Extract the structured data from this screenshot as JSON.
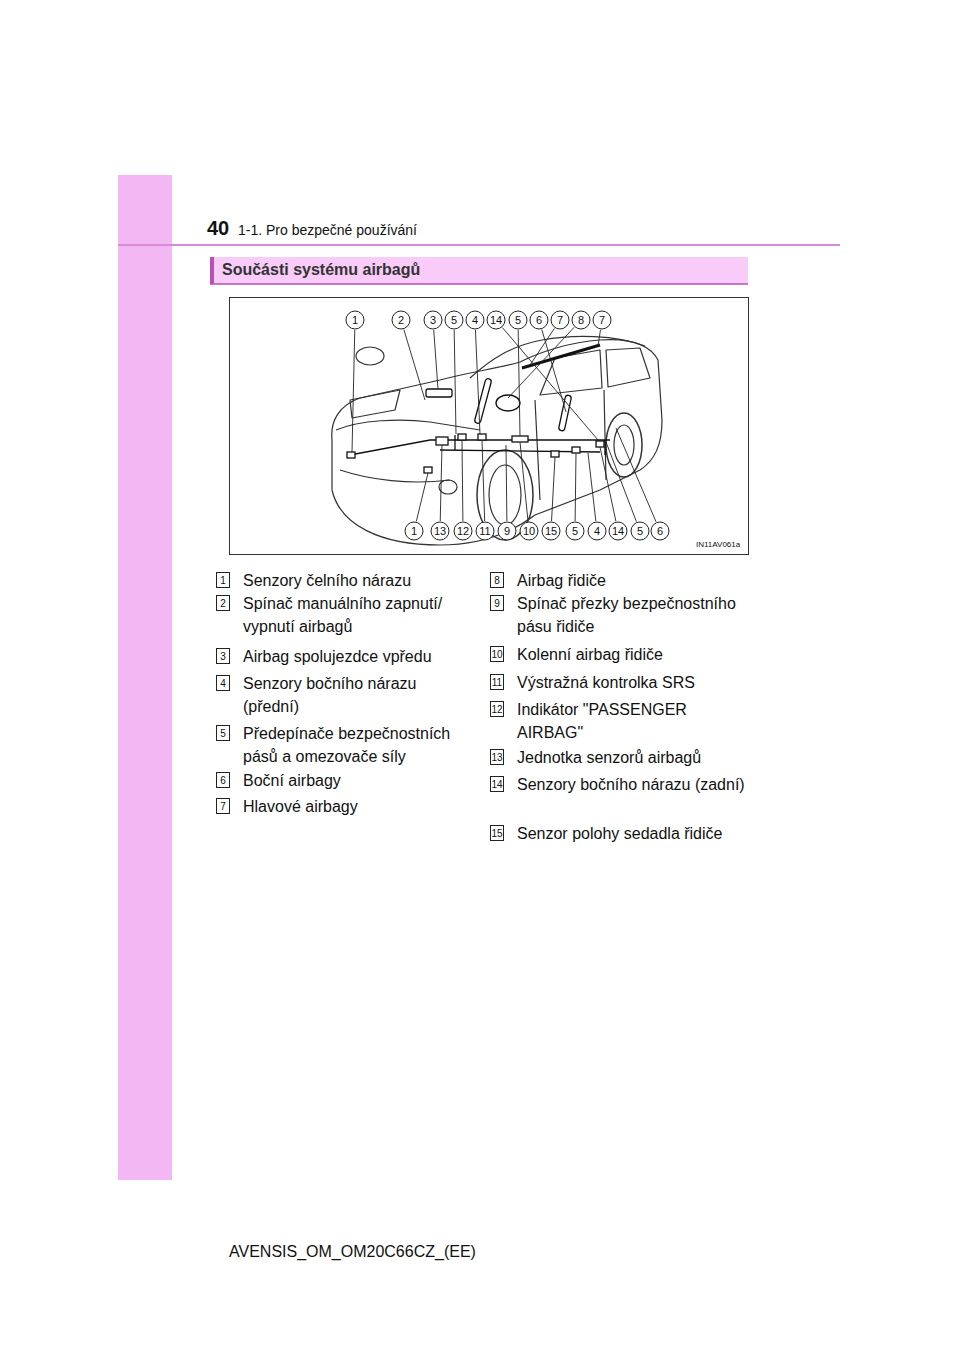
{
  "diagram": {
    "title": "Součásti systému airbagů",
    "labels": [
      "40",
      "1-1. Pro bezpečné používání",
      "1",
      "2",
      "3",
      "5",
      "4",
      "14",
      "5",
      "6",
      "7",
      "8",
      "7",
      "1",
      "13",
      "12",
      "11",
      "9",
      "10",
      "15",
      "5",
      "4",
      "14",
      "5",
      "6",
      "IN11AV061a",
      "1",
      "Senzory čelního nárazu",
      "2",
      "Spínač manuálního zapnutí/ vypnutí airbagů",
      "3",
      "Airbag spolujezdce vpředu",
      "4",
      "Senzory bočního nárazu (přední)",
      "5",
      "Předepínače bezpečnostních pásů a omezovače síly",
      "6",
      "Boční airbagy",
      "7",
      "Hlavové airbagy",
      "8",
      "Airbag řidiče",
      "9",
      "Spínač přezky bezpečnostního pásu řidiče",
      "10",
      "Kolenní airbag řidiče",
      "11",
      "Výstražná kontrolka SRS",
      "12",
      "Indikátor \"PASSENGER AIRBAG\"",
      "13",
      "Jednotka senzorů airbagů",
      "14",
      "Senzory bočního nárazu (zadní)",
      "15",
      "Senzor polohy sedadla řidiče",
      "AVENSIS_OM_OM20C66CZ_(EE)"
    ]
  }
}
